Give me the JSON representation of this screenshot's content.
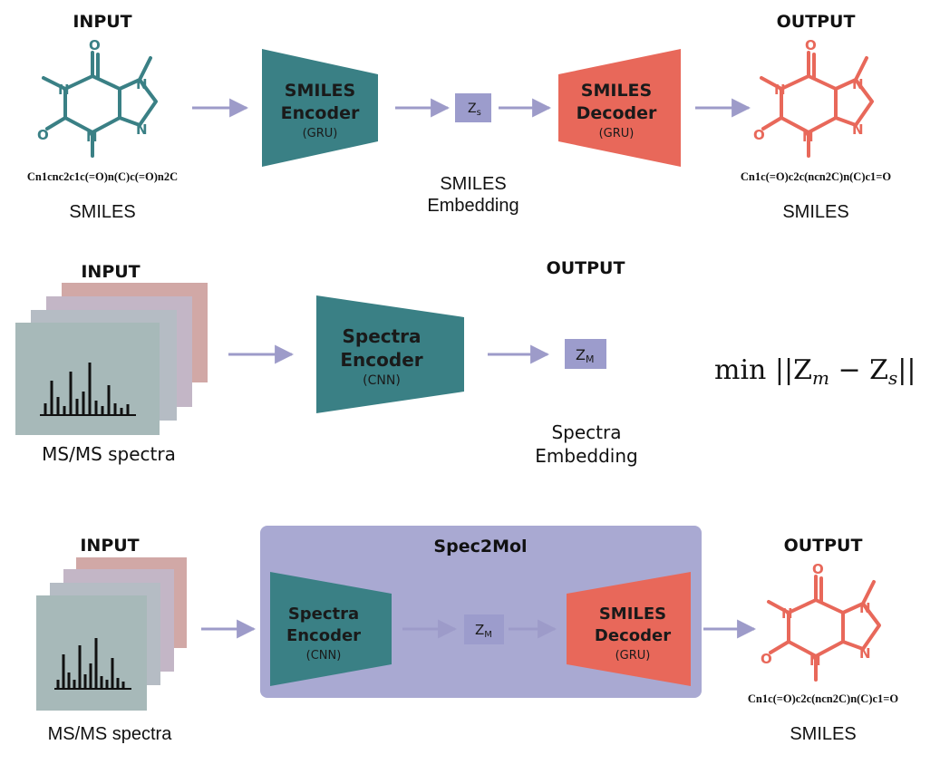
{
  "colors": {
    "teal": "#3a8085",
    "coral": "#e8685a",
    "purple_box": "#9c9ccc",
    "purple_panel": "#a9a9d2",
    "arrow": "#9d9bc9",
    "spectra_back": "#d1a8a6",
    "spectra_mid": "#c3b6c6",
    "spectra_front": "#a7b9b9"
  },
  "icons": [
    "caffeine-molecule-icon",
    "spectra-stack-icon",
    "arrow-right-icon"
  ],
  "row1": {
    "input_header": "INPUT",
    "input_smiles": "Cn1cnc2c1c(=O)n(C)c(=O)n2C",
    "input_label": "SMILES",
    "encoder_title_1": "SMILES",
    "encoder_title_2": "Encoder",
    "encoder_sub": "(GRU)",
    "z_main": "Z",
    "z_sub": "s",
    "embedding_1": "SMILES",
    "embedding_2": "Embedding",
    "decoder_title_1": "SMILES",
    "decoder_title_2": "Decoder",
    "decoder_sub": "(GRU)",
    "output_header": "OUTPUT",
    "output_smiles": "Cn1c(=O)c2c(ncn2C)n(C)c1=O",
    "output_label": "SMILES"
  },
  "row2": {
    "input_header": "INPUT",
    "output_header": "OUTPUT",
    "encoder_title_1": "Spectra",
    "encoder_title_2": "Encoder",
    "encoder_sub": "(CNN)",
    "z_main": "Z",
    "z_sub": "M",
    "embedding_1": "Spectra",
    "embedding_2": "Embedding",
    "input_label": "MS/MS spectra",
    "loss": "min ||Z",
    "loss_sub1": "m",
    "loss_mid": " − Z",
    "loss_sub2": "s",
    "loss_end": "||"
  },
  "row3": {
    "input_header": "INPUT",
    "panel_title": "Spec2Mol",
    "encoder_title_1": "Spectra",
    "encoder_title_2": "Encoder",
    "encoder_sub": "(CNN)",
    "z_main": "Z",
    "z_sub": "M",
    "decoder_title_1": "SMILES",
    "decoder_title_2": "Decoder",
    "decoder_sub": "(GRU)",
    "output_header": "OUTPUT",
    "output_smiles": "Cn1c(=O)c2c(ncn2C)n(C)c1=O",
    "output_label": "SMILES",
    "input_label": "MS/MS spectra"
  },
  "atoms": {
    "N": "N",
    "O": "O"
  }
}
